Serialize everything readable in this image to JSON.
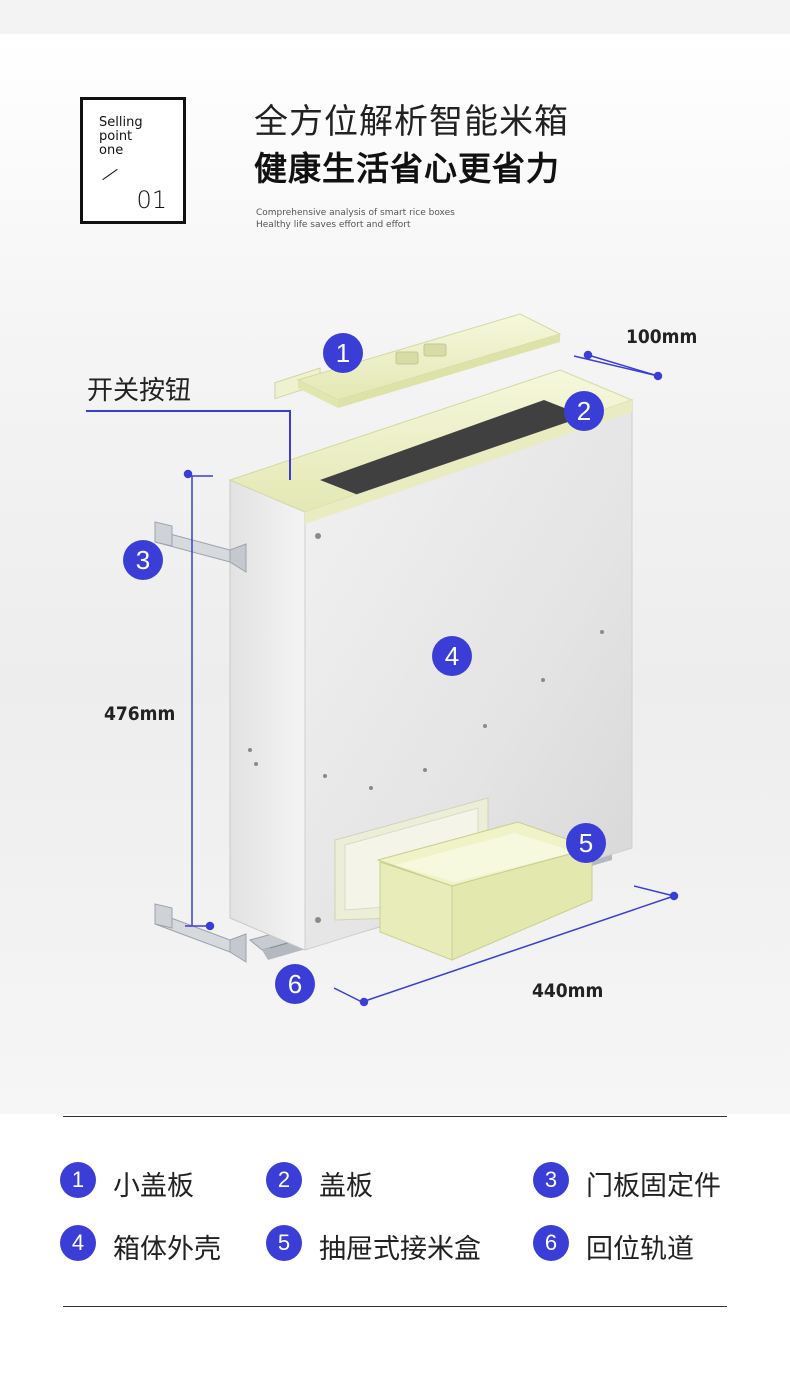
{
  "header": {
    "badge_line1": "Selling",
    "badge_line2": "point",
    "badge_line3": "one",
    "badge_number": "01",
    "title_line1": "全方位解析智能米箱",
    "title_line2": "健康生活省心更省力",
    "subtitle_line1": "Comprehensive analysis of smart rice boxes",
    "subtitle_line2": "Healthy life saves effort and effort"
  },
  "diagram": {
    "switch_label": "开关按钮",
    "dimensions": {
      "depth": "100mm",
      "height": "476mm",
      "width": "440mm"
    },
    "callouts": [
      "1",
      "2",
      "3",
      "4",
      "5",
      "6"
    ]
  },
  "legend": [
    {
      "num": "1",
      "label": "小盖板"
    },
    {
      "num": "2",
      "label": "盖板"
    },
    {
      "num": "3",
      "label": "门板固定件"
    },
    {
      "num": "4",
      "label": "箱体外壳"
    },
    {
      "num": "5",
      "label": "抽屉式接米盒"
    },
    {
      "num": "6",
      "label": "回位轨道"
    }
  ],
  "colors": {
    "accent": "#3b3ed6",
    "panel_cream": "#eef2c6",
    "body_silver": "#e9e9e9"
  }
}
